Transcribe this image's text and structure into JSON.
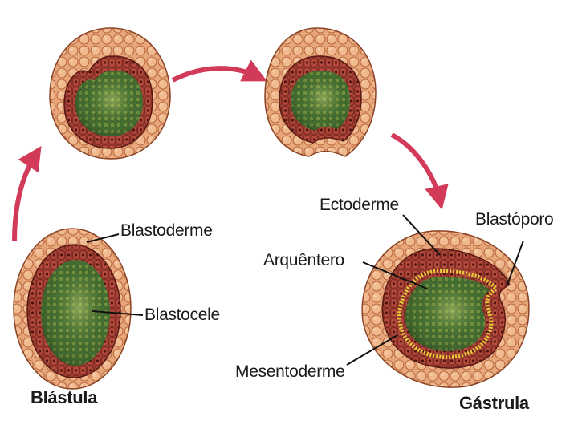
{
  "stages": {
    "blastula_name": "Blástula",
    "gastrula_name": "Gástrula"
  },
  "labels": {
    "blastoderme": "Blastoderme",
    "blastocele": "Blastocele",
    "ectoderme": "Ectoderme",
    "blastoporo": "Blastóporo",
    "arquentero": "Arquêntero",
    "mesentoderme": "Mesentoderme"
  },
  "colors": {
    "outer_cells": "#e8a77a",
    "cell_border": "#b8673f",
    "inner_layer": "#a33f33",
    "inner_core_dark": "#2f5a2a",
    "inner_core_light": "#9ab25a",
    "yellow_layer": "#e8cc3a",
    "arrow": "#d23a5a"
  }
}
